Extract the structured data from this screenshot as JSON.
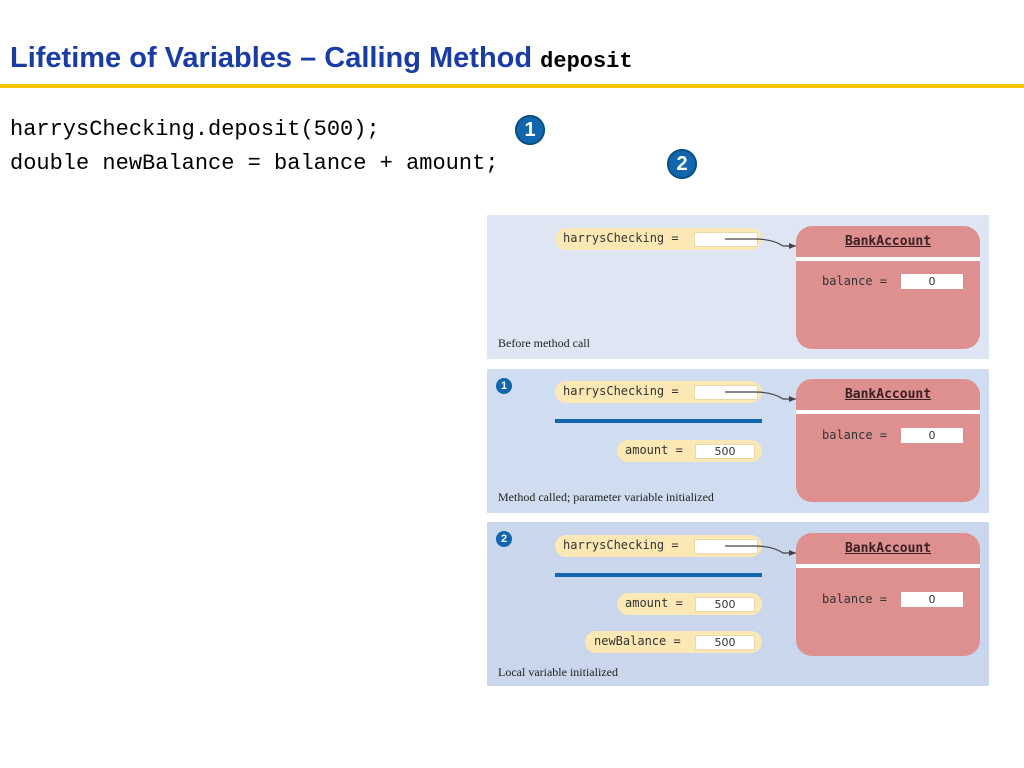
{
  "title": {
    "text": "Lifetime of Variables – Calling Method",
    "code": "deposit"
  },
  "code": [
    {
      "text": "harrysChecking.deposit(500);",
      "badge": "1"
    },
    {
      "text": "double newBalance = balance + amount;",
      "badge": "2"
    }
  ],
  "panels": [
    {
      "caption": "Before method call",
      "harrys_label": "harrysChecking =",
      "class_name": "BankAccount",
      "balance_label": "balance =",
      "balance_value": "0"
    },
    {
      "step": "1",
      "caption": "Method called; parameter variable initialized",
      "harrys_label": "harrysChecking =",
      "amount_label": "amount =",
      "amount_value": "500",
      "class_name": "BankAccount",
      "balance_label": "balance =",
      "balance_value": "0"
    },
    {
      "step": "2",
      "caption": "Local variable initialized",
      "harrys_label": "harrysChecking =",
      "amount_label": "amount =",
      "amount_value": "500",
      "newbalance_label": "newBalance =",
      "newbalance_value": "500",
      "class_name": "BankAccount",
      "balance_label": "balance =",
      "balance_value": "0"
    }
  ],
  "colors": {
    "title": "#1a3da5",
    "rule": "#f5c400",
    "badge": "#1266ad",
    "variable_bubble": "#fbe8b4",
    "object": "#de9090"
  }
}
